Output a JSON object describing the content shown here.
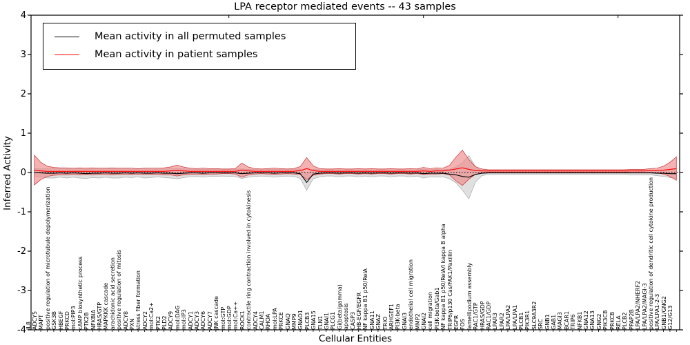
{
  "figure": {
    "title": "LPA receptor mediated events -- 43 samples",
    "xlabel": "Cellular Entities",
    "ylabel": "Inferred Activity"
  },
  "legend": {
    "items": [
      {
        "label": "Mean activity in all permuted samples",
        "color": "#000000"
      },
      {
        "label": "Mean activity in patient samples",
        "color": "#ff0000"
      }
    ]
  },
  "axes": {
    "ylim": [
      -4,
      4
    ],
    "yticks": [
      4,
      3,
      2,
      1,
      0,
      -1,
      -2,
      -3,
      -4
    ],
    "zero_line_style": "dotted"
  },
  "colors": {
    "permuted_line": "#000000",
    "permuted_band_fill": "#cccccc",
    "permuted_band_edge": "#aaaaaa",
    "patient_line": "#ff0000",
    "patient_band_fill": "#ee8888",
    "patient_band_edge": "#cc3333",
    "axis": "#000000"
  },
  "chart_data": {
    "type": "line",
    "title": "LPA receptor mediated events -- 43 samples",
    "xlabel": "Cellular Entities",
    "ylabel": "Inferred Activity",
    "ylim": [
      -4,
      4
    ],
    "grid": false,
    "legend_position": "upper left",
    "zero_line": true,
    "categories": [
      "IL8",
      "ADCY5",
      "MAPT",
      "positive regulation of microtubule depolymerization",
      "GSK3B",
      "HBEGF",
      "PRKCD",
      "mol:PIP3",
      "cAMP biosynthetic process",
      "PTK2B",
      "NFKBIA",
      "HRAS/GTP",
      "MAPKKK cascade",
      "arachidonic acid secretion",
      "positive regulation of mitosis",
      "ADCY8",
      "PXN",
      "stress fiber formation",
      "ADCY2",
      "mol:Ca2+",
      "PTK2",
      "PLD2",
      "ADCY9",
      "mol:DAG",
      "mol:IP3",
      "ADCY1",
      "ADCY3",
      "ADCY6",
      "ADCY7",
      "JNK cascade",
      "mol:GTP",
      "mol:GDP",
      "mol:Ca++",
      "ROCK1",
      "contractile ring contraction involved in cytokinesis",
      "ADCY4",
      "CALM1",
      "RHOA",
      "mol:LPA",
      "PRKCE",
      "GNAQ",
      "MMP9",
      "GNAO1",
      "PLCB3",
      "GNA15",
      "TLN1",
      "GNAI1",
      "PLCG1",
      "Gi(beta/gamma)",
      "apoptosis",
      "CASP3",
      "HB-EGF/EGFR",
      "NF kappa B1 p50/RelA",
      "GNA11",
      "GNAZ",
      "TRIO",
      "ARHGEF1",
      "PI3K-beta",
      "GNAI3",
      "endothelial cell migration",
      "MMP2",
      "GNAI2",
      "cell migration",
      "PI3K-beta/Gab1",
      "NF kappa B1 p50/RelA/I kappa B alpha",
      "TRIP6/p130 Cas/FAK1/Paxillin",
      "EGFR",
      "FOS",
      "lamellipodium assembly",
      "RAC1/GTP",
      "HRAS/GDP",
      "RAC1/GDP",
      "LPAR3",
      "LPAR2",
      "LPA/LPA2",
      "LPA/LPA1",
      "PLCB1",
      "PIK3R1",
      "SLC9A3R2",
      "SRC",
      "GNB1",
      "GAB1",
      "MAGI3",
      "BCAR1",
      "TRIP6",
      "NFKB1",
      "GNA12",
      "GNA13",
      "GNG2",
      "PIK3CB",
      "PRKCB",
      "RELA",
      "PLCB2",
      "PPAP2B",
      "LPA/LPA2/NHERF2",
      "LPA/LPA2/MAGI-3",
      "positive regulation of dendritic cell cytokine production",
      "LPA/LPA1-2-3",
      "GNB1/GNG2",
      "G12/G13"
    ],
    "series": [
      {
        "name": "Mean activity in all permuted samples",
        "color": "#000000",
        "values": [
          0,
          -0.01,
          -0.02,
          -0.02,
          -0.01,
          -0.02,
          -0.01,
          -0.02,
          -0.03,
          -0.02,
          -0.02,
          -0.01,
          -0.02,
          -0.02,
          -0.01,
          -0.02,
          -0.01,
          -0.02,
          -0.02,
          -0.01,
          -0.02,
          -0.02,
          -0.03,
          -0.02,
          -0.01,
          -0.01,
          -0.02,
          -0.01,
          -0.01,
          -0.01,
          -0.01,
          -0.01,
          -0.03,
          -0.02,
          -0.01,
          -0.01,
          -0.01,
          -0.02,
          -0.01,
          -0.01,
          -0.01,
          -0.03,
          -0.25,
          -0.04,
          -0.02,
          -0.01,
          -0.01,
          -0.02,
          -0.01,
          -0.01,
          -0.02,
          -0.01,
          -0.02,
          -0.01,
          -0.01,
          -0.02,
          -0.01,
          -0.01,
          -0.02,
          -0.01,
          -0.03,
          -0.02,
          -0.02,
          -0.02,
          -0.04,
          -0.06,
          -0.1,
          -0.12,
          -0.05,
          -0.02,
          -0.01,
          -0.01,
          -0.01,
          -0.01,
          -0.01,
          -0.01,
          -0.01,
          -0.01,
          -0.01,
          -0.01,
          -0.01,
          -0.01,
          -0.01,
          -0.01,
          -0.01,
          -0.01,
          -0.01,
          -0.01,
          -0.01,
          -0.01,
          -0.01,
          -0.01,
          -0.01,
          -0.01,
          -0.01,
          -0.01,
          -0.02,
          -0.02,
          -0.03,
          -0.03
        ],
        "band_halfwidth": [
          0.1,
          0.1,
          0.12,
          0.12,
          0.11,
          0.12,
          0.11,
          0.12,
          0.12,
          0.11,
          0.12,
          0.11,
          0.12,
          0.12,
          0.11,
          0.11,
          0.1,
          0.12,
          0.11,
          0.1,
          0.11,
          0.12,
          0.13,
          0.11,
          0.1,
          0.09,
          0.1,
          0.09,
          0.09,
          0.08,
          0.09,
          0.09,
          0.12,
          0.1,
          0.09,
          0.08,
          0.09,
          0.1,
          0.09,
          0.08,
          0.09,
          0.12,
          0.2,
          0.12,
          0.09,
          0.08,
          0.08,
          0.09,
          0.08,
          0.08,
          0.09,
          0.08,
          0.09,
          0.08,
          0.08,
          0.09,
          0.08,
          0.08,
          0.09,
          0.08,
          0.11,
          0.09,
          0.1,
          0.09,
          0.12,
          0.2,
          0.35,
          0.55,
          0.2,
          0.06,
          0.04,
          0.04,
          0.04,
          0.04,
          0.04,
          0.04,
          0.04,
          0.04,
          0.04,
          0.04,
          0.04,
          0.04,
          0.04,
          0.04,
          0.04,
          0.04,
          0.04,
          0.04,
          0.04,
          0.04,
          0.04,
          0.04,
          0.05,
          0.05,
          0.05,
          0.05,
          0.06,
          0.08,
          0.1,
          0.12
        ]
      },
      {
        "name": "Mean activity in patient samples",
        "color": "#ff0000",
        "values": [
          0.06,
          0.04,
          0.03,
          0.03,
          0.03,
          0.03,
          0.03,
          0.03,
          0.03,
          0.03,
          0.03,
          0.03,
          0.03,
          0.03,
          0.03,
          0.03,
          0.03,
          0.03,
          0.03,
          0.03,
          0.03,
          0.04,
          0.05,
          0.04,
          0.03,
          0.03,
          0.03,
          0.03,
          0.03,
          0.03,
          0.03,
          0.03,
          0.06,
          0.04,
          0.03,
          0.03,
          0.03,
          0.03,
          0.03,
          0.03,
          0.03,
          0.05,
          0.1,
          0.05,
          0.03,
          0.03,
          0.03,
          0.03,
          0.03,
          0.03,
          0.03,
          0.03,
          0.03,
          0.03,
          0.03,
          0.03,
          0.03,
          0.03,
          0.03,
          0.03,
          0.04,
          0.03,
          0.04,
          0.04,
          0.06,
          0.09,
          0.12,
          0.08,
          0.05,
          0.04,
          0.04,
          0.04,
          0.04,
          0.04,
          0.04,
          0.04,
          0.04,
          0.04,
          0.04,
          0.04,
          0.04,
          0.04,
          0.04,
          0.04,
          0.04,
          0.04,
          0.04,
          0.04,
          0.04,
          0.04,
          0.04,
          0.04,
          0.04,
          0.04,
          0.04,
          0.05,
          0.05,
          0.06,
          0.08,
          0.1
        ],
        "band_halfwidth": [
          0.38,
          0.22,
          0.13,
          0.1,
          0.09,
          0.09,
          0.08,
          0.09,
          0.08,
          0.09,
          0.08,
          0.08,
          0.09,
          0.08,
          0.08,
          0.08,
          0.07,
          0.08,
          0.08,
          0.08,
          0.09,
          0.1,
          0.14,
          0.1,
          0.08,
          0.07,
          0.08,
          0.07,
          0.07,
          0.06,
          0.06,
          0.07,
          0.18,
          0.1,
          0.07,
          0.06,
          0.07,
          0.08,
          0.07,
          0.06,
          0.07,
          0.1,
          0.28,
          0.12,
          0.07,
          0.06,
          0.06,
          0.07,
          0.06,
          0.06,
          0.07,
          0.06,
          0.07,
          0.06,
          0.06,
          0.07,
          0.06,
          0.06,
          0.07,
          0.06,
          0.09,
          0.07,
          0.08,
          0.07,
          0.12,
          0.3,
          0.45,
          0.25,
          0.1,
          0.05,
          0.03,
          0.03,
          0.03,
          0.03,
          0.03,
          0.03,
          0.03,
          0.03,
          0.03,
          0.03,
          0.03,
          0.03,
          0.03,
          0.03,
          0.03,
          0.03,
          0.03,
          0.03,
          0.03,
          0.03,
          0.03,
          0.03,
          0.04,
          0.04,
          0.04,
          0.05,
          0.06,
          0.1,
          0.18,
          0.3
        ]
      }
    ]
  }
}
